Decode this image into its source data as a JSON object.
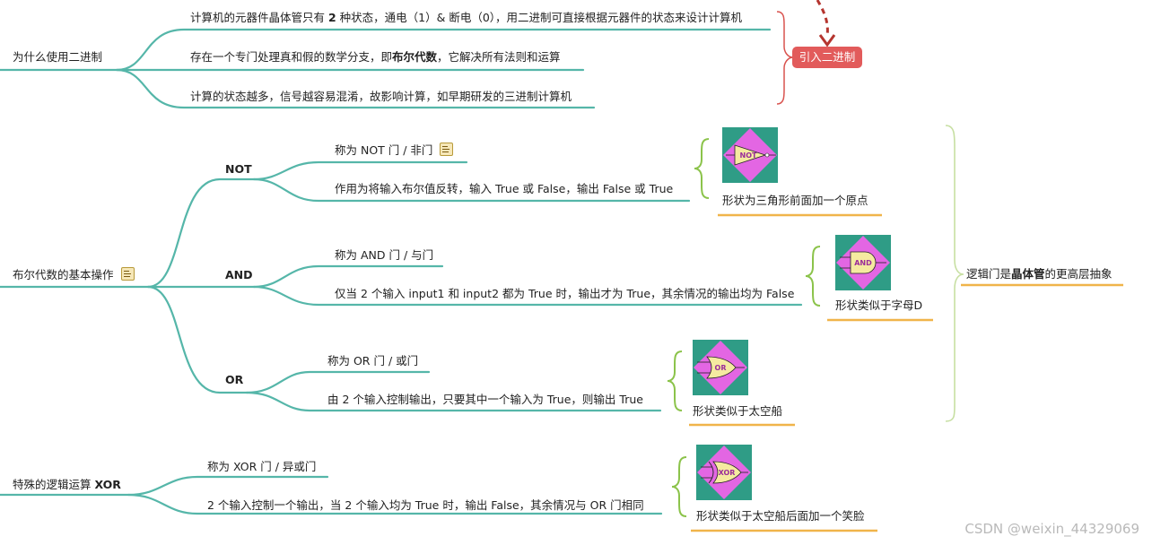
{
  "branches": {
    "binary": {
      "label": "为什么使用二进制",
      "items": [
        {
          "pre": "计算机的元器件晶体管只有 ",
          "bold": "2",
          "post": " 种状态，通电（1）& 断电（0），用二进制可直接根据元器件的状态来设计计算机"
        },
        {
          "pre": "存在一个专门处理真和假的数学分支，即",
          "bold": "布尔代数",
          "post": "，它解决所有法则和运算"
        },
        {
          "pre": "计算的状态越多，信号越容易混淆，故影响计算，如早期研发的三进制计算机",
          "bold": "",
          "post": ""
        }
      ],
      "tag": "引入二进制"
    },
    "boolean": {
      "label": "布尔代数的基本操作",
      "not": {
        "label": "NOT",
        "items": [
          "称为 NOT 门 / 非门",
          "作用为将输入布尔值反转，输入 True 或 False，输出 False 或 True"
        ],
        "caption": "形状为三角形前面加一个原点",
        "gate_text": "NOT"
      },
      "and": {
        "label": "AND",
        "items": [
          "称为 AND 门 / 与门",
          "仅当 2 个输入 input1 和 input2 都为 True 时，输出才为 True，其余情况的输出均为 False"
        ],
        "caption": "形状类似于字母D",
        "gate_text": "AND"
      },
      "or": {
        "label": "OR",
        "items": [
          "称为 OR 门 / 或门",
          "由 2 个输入控制输出，只要其中一个输入为 True，则输出 True"
        ],
        "caption": "形状类似于太空船",
        "gate_text": "OR"
      },
      "summary": {
        "pre": "逻辑门是",
        "bold": "晶体管",
        "post": "的更高层抽象"
      }
    },
    "xor": {
      "label_pre": "特殊的逻辑运算 ",
      "label_bold": "XOR",
      "items": [
        "称为 XOR 门 / 异或门",
        "2 个输入控制一个输出，当 2 个输入均为 True 时，输出 False，其余情况与 OR 门相同"
      ],
      "caption": "形状类似于太空船后面加一个笑脸",
      "gate_text": "XOR"
    }
  },
  "watermark": "CSDN @weixin_44329069",
  "colors": {
    "branch": "#55b6a9",
    "underline": "#f0b44a",
    "brace": "#8bc34a",
    "summary_brace": "#c7dfa2",
    "tag": "#e25b5b",
    "arrow": "#b5352f",
    "gate_pink": "#e366e3",
    "gate_teal": "#2fa48c"
  }
}
